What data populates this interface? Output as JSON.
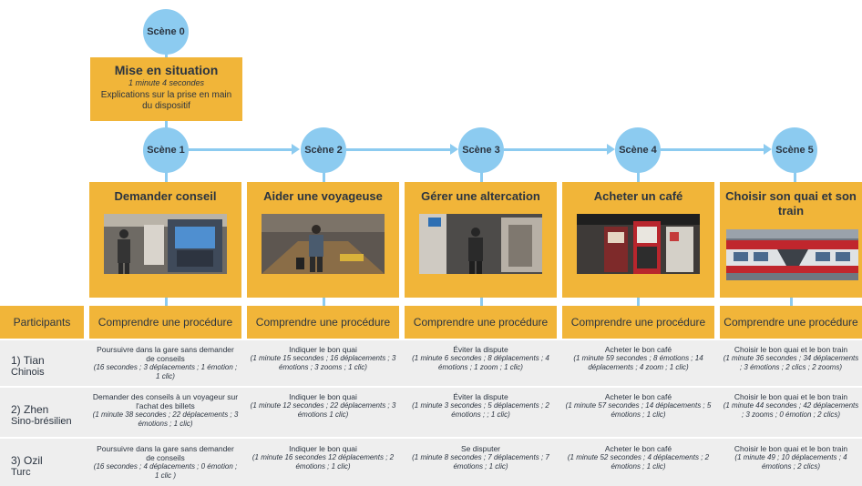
{
  "scene0": {
    "label": "Scène 0",
    "title": "Mise en situation",
    "duration": "1 minute 4 secondes",
    "description": "Explications sur la prise en main du dispositif"
  },
  "participants_header": "Participants",
  "scenes": [
    {
      "label": "Scène 1",
      "title": "Demander conseil",
      "procedure": "Comprendre une procédure"
    },
    {
      "label": "Scène 2",
      "title": "Aider une voyageuse",
      "procedure": "Comprendre une procédure"
    },
    {
      "label": "Scène 3",
      "title": "Gérer une altercation",
      "procedure": "Comprendre une procédure"
    },
    {
      "label": "Scène 4",
      "title": "Acheter un café",
      "procedure": "Comprendre une procédure"
    },
    {
      "label": "Scène 5",
      "title": "Choisir son quai et son train",
      "procedure": "Comprendre une procédure"
    }
  ],
  "participants": [
    {
      "name": "1) Tian",
      "origin": "Chinois",
      "cells": [
        {
          "action": "Poursuivre dans la gare sans demander de conseils",
          "detail": "(16 secondes ; 3 déplacements ; 1 émotion ; 1 clic)"
        },
        {
          "action": "Indiquer le bon quai",
          "detail": "(1 minute 15 secondes ; 16 déplacements ; 3 émotions ; 3 zooms ; 1 clic)"
        },
        {
          "action": "Éviter la dispute",
          "detail": "(1 minute 6 secondes ; 8 déplacements ; 4 émotions ; 1 zoom ; 1 clic)"
        },
        {
          "action": "Acheter le bon café",
          "detail": "(1 minute 59 secondes ; 8 émotions ; 14 déplacements ; 4 zoom ; 1 clic)"
        },
        {
          "action": "Choisir le bon quai et le bon train",
          "detail": "(1 minute 36 secondes ; 34 déplacements ; 3 émotions ; 2 clics ; 2 zooms)"
        }
      ]
    },
    {
      "name": "2) Zhen",
      "origin": "Sino-brésilien",
      "cells": [
        {
          "action": "Demander des conseils à un voyageur sur l'achat des billets",
          "detail": "(1 minute 38 secondes ; 22 déplacements ; 3 émotions ; 1 clic)"
        },
        {
          "action": "Indiquer le bon quai",
          "detail": "(1 minute 12 secondes ; 22 déplacements ; 3 émotions 1 clic)"
        },
        {
          "action": "Éviter la dispute",
          "detail": "(1 minute 3 secondes ; 5 déplacements ; 2 émotions ; ; 1 clic)"
        },
        {
          "action": "Acheter le bon café",
          "detail": "(1 minute 57 secondes ; 14 déplacements ; 5 émotions ; 1 clic)"
        },
        {
          "action": "Choisir le bon quai et le bon train",
          "detail": "(1 minute 44 secondes ; 42 déplacements ; 3 zooms ; 0 émotion ; 2 clics)"
        }
      ]
    },
    {
      "name": "3) Ozil",
      "origin": "Turc",
      "cells": [
        {
          "action": "Poursuivre dans la gare sans demander de conseils",
          "detail": "(16 secondes ; 4 déplacements ; 0 émotion ; 1 clic )"
        },
        {
          "action": "Indiquer le bon quai",
          "detail": "(1 minute 16 secondes 12 déplacements ; 2 émotions ; 1 clic)"
        },
        {
          "action": "Se disputer",
          "detail": "(1 minute 8 secondes ; 7 déplacements ; 7 émotions ; 1 clic)"
        },
        {
          "action": "Acheter le bon café",
          "detail": "(1 minute 52 secondes ; 4 déplacements ; 2 émotions ; 1 clic)"
        },
        {
          "action": "Choisir le bon quai et le bon train",
          "detail": "(1 minute 49 ; 10 déplacements ; 4 émotions ; 2 clics)"
        }
      ]
    }
  ]
}
